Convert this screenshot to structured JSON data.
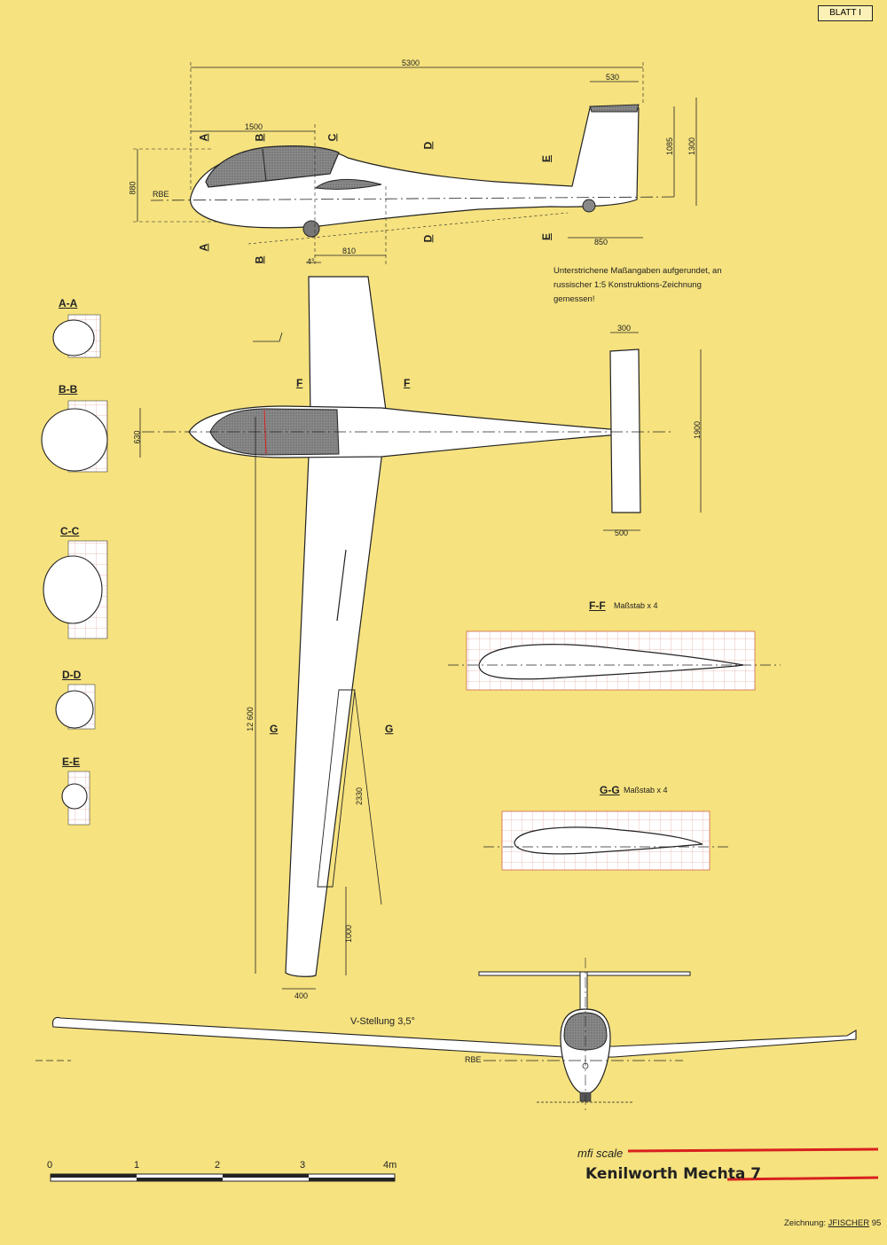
{
  "sheet": {
    "label": "BLATT I"
  },
  "side_view": {
    "dims": {
      "length": "5300",
      "cockpit": "1500",
      "fin_top": "530",
      "fin_height": "1085",
      "total_height": "1300",
      "height": "880",
      "fin_base": "850",
      "wheel": "810",
      "angle": "4°"
    },
    "rbe": "RBE",
    "sections": [
      "A",
      "B",
      "C",
      "D",
      "E"
    ]
  },
  "note": "Unterstrichene Maßangaben aufgerundet, an russischer 1:5 Konstruktions-Zeichnung gemessen!",
  "top_view": {
    "dims": {
      "stab_chord": "300",
      "stab_span": "1900",
      "stab_tip": "500",
      "fuse_width": "630",
      "span": "12 600",
      "aileron": "2330",
      "tip": "1000",
      "tip_chord": "400"
    },
    "sections": [
      "F",
      "G"
    ]
  },
  "cross_sections": [
    {
      "label": "A-A"
    },
    {
      "label": "B-B"
    },
    {
      "label": "C-C"
    },
    {
      "label": "D-D"
    },
    {
      "label": "E-E"
    }
  ],
  "airfoils": [
    {
      "label": "F-F",
      "scale": "Maßstab x 4"
    },
    {
      "label": "G-G",
      "scale": "Maßstab x 4"
    }
  ],
  "front_view": {
    "dihedral": "V-Stellung 3,5°",
    "rbe": "RBE"
  },
  "scale_bar": {
    "ticks": [
      "0",
      "1",
      "2",
      "3",
      "4m"
    ]
  },
  "footer": {
    "brand": "mfi scale",
    "title": "Kenilworth Mechta 7",
    "drawn_by_label": "Zeichnung:",
    "drawn_by": "JFISCHER",
    "year": "95"
  },
  "colors": {
    "background": "#f6e27f",
    "accent": "#d8201e",
    "canopy": "#7d7d7d"
  }
}
